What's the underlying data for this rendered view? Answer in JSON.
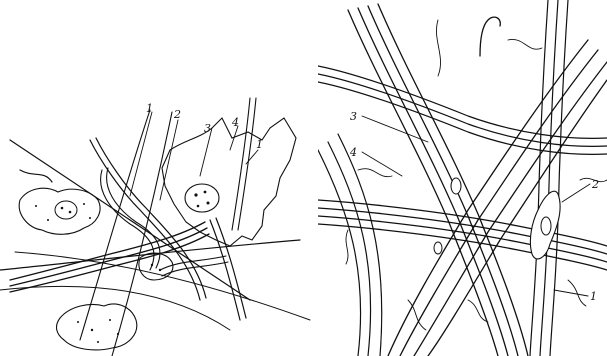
{
  "figure": {
    "left_panel": {
      "labels": [
        "1",
        "2",
        "3",
        "4",
        "1"
      ]
    },
    "right_panel": {
      "labels": [
        "3",
        "4",
        "2",
        "1"
      ]
    }
  }
}
